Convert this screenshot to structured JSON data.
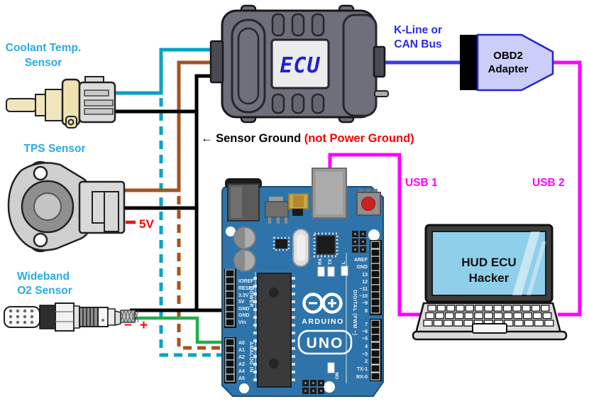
{
  "labels": {
    "coolant_line1": "Coolant Temp.",
    "coolant_line2": "Sensor",
    "tps": "TPS Sensor",
    "o2_line1": "Wideband",
    "o2_line2": "O2 Sensor",
    "sensor_ground": "← Sensor Ground ",
    "sensor_ground_note": "(not Power Ground)",
    "five_v": "5V",
    "minus": "–",
    "plus": "+",
    "kline_line1": "K-Line or",
    "kline_line2": "CAN Bus",
    "usb1": "USB 1",
    "usb2": "USB 2"
  },
  "ecu": {
    "name": "ECU"
  },
  "obd2": {
    "line1": "OBD2",
    "line2": "Adapter"
  },
  "laptop": {
    "line1": "HUD ECU",
    "line2": "Hacker"
  },
  "arduino": {
    "brand": "ARDUINO",
    "model": "UNO",
    "power_title": "POWER",
    "analog_title": "ANALOG IN",
    "digital_title": "DIGITAL (PWM ~)",
    "power_pins": [
      "IOREF",
      "RESET",
      "3.3V",
      "5V",
      "GND",
      "GND",
      "Vin"
    ],
    "analog_pins": [
      "A0",
      "A1",
      "A2",
      "A3",
      "A4",
      "A5"
    ],
    "digital_pins_top": [
      "AREF",
      "GND",
      "13",
      "12",
      "~11",
      "~10",
      "~9",
      "8"
    ],
    "digital_pins_bottom": [
      "7",
      "~6",
      "~5",
      "4",
      "~3",
      "2",
      "TX-1",
      "RX-0"
    ],
    "rx_label": "RX",
    "tx_label": "TX",
    "l_label": "L",
    "on_label": "ON"
  },
  "colors": {
    "cyan_wire": "#00A3C4",
    "brown_wire": "#A4531D",
    "black_wire": "#000000",
    "green_wire": "#1DB14C",
    "red_wire": "#FF0000",
    "magenta_wire": "#FF00FF",
    "blue_wire": "#3A3AF0",
    "sensor_label_blue": "#29ABE2",
    "ecu_text_blue": "#2121CB",
    "arduino_board_blue": "#2E74AA",
    "obd2_fill": "#CBCEF8",
    "laptop_screen_blue": "#8FCFEA"
  },
  "connections": [
    {
      "from": "Coolant Temp. Sensor",
      "to": "ECU",
      "color": "cyan",
      "style": "solid"
    },
    {
      "from": "Coolant Temp. Sensor",
      "to": "sensor ground trunk",
      "color": "black",
      "style": "solid"
    },
    {
      "from": "TPS Sensor",
      "to": "ECU",
      "color": "brown",
      "style": "solid"
    },
    {
      "from": "TPS Sensor",
      "to": "sensor ground trunk",
      "color": "black",
      "style": "solid"
    },
    {
      "from": "TPS Sensor",
      "to": "5V",
      "color": "red",
      "style": "stub"
    },
    {
      "from": "ECU sensor ground",
      "to": "Arduino GND",
      "color": "black",
      "style": "solid"
    },
    {
      "from": "Wideband O2 Sensor",
      "to": "Arduino GND",
      "color": "black",
      "style": "solid"
    },
    {
      "from": "Wideband O2 Sensor",
      "to": "Arduino A0",
      "color": "green",
      "style": "solid"
    },
    {
      "from": "TPS signal tap",
      "to": "Arduino A1",
      "color": "brown",
      "style": "dashed"
    },
    {
      "from": "Coolant signal tap",
      "to": "Arduino A2",
      "color": "cyan",
      "style": "dashed"
    },
    {
      "from": "ECU",
      "to": "OBD2 Adapter",
      "color": "blue",
      "style": "solid",
      "label": "K-Line or CAN Bus"
    },
    {
      "from": "Arduino USB",
      "to": "Laptop",
      "color": "magenta",
      "style": "solid",
      "label": "USB 1"
    },
    {
      "from": "OBD2 Adapter",
      "to": "Laptop",
      "color": "magenta",
      "style": "solid",
      "label": "USB 2"
    }
  ]
}
